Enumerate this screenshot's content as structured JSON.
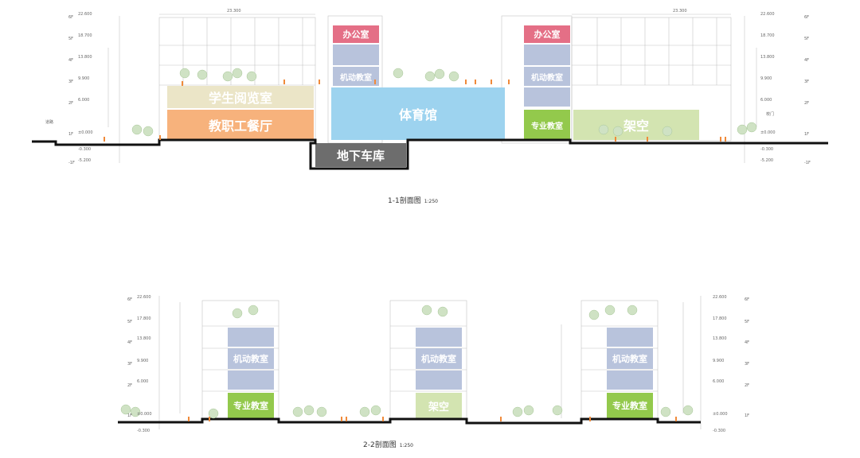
{
  "section_1": {
    "title": "1-1剖面图",
    "scale": "1:250",
    "rooms": {
      "office_left": "办公室",
      "office_right": "办公室",
      "mobile_left": "机动教室",
      "mobile_right": "机动教室",
      "reading": "学生阅览室",
      "canteen": "教职工餐厅",
      "gym": "体育馆",
      "garage": "地下车库",
      "special": "专业教室",
      "stilts": "架空"
    },
    "dims": {
      "top_left": "23.300",
      "top_right": "23.300"
    },
    "elev_left": [
      "22.600",
      "18.700",
      "13.800",
      "9.900",
      "6.000",
      "±0.000",
      "-0.300",
      "-5.200"
    ],
    "elev_right": [
      "22.600",
      "18.700",
      "13.800",
      "9.900",
      "6.000",
      "±0.000",
      "-0.300",
      "-5.200"
    ],
    "floors": [
      "6F",
      "5F",
      "4F",
      "3F",
      "2F",
      "1F",
      "-1F"
    ],
    "left_notes": [
      "道路"
    ],
    "right_notes": [
      "校门"
    ]
  },
  "section_2": {
    "title": "2-2剖面图",
    "scale": "1:250",
    "rooms": {
      "mobile_1": "机动教室",
      "mobile_2": "机动教室",
      "mobile_3": "机动教室",
      "special_1": "专业教室",
      "special_2": "专业教室",
      "stilts": "架空"
    },
    "elev_left": [
      "22.600",
      "17.800",
      "13.800",
      "9.900",
      "6.000",
      "±0.000",
      "-0.300"
    ],
    "elev_right": [
      "22.600",
      "17.800",
      "13.800",
      "9.900",
      "6.000",
      "±0.000",
      "-0.300"
    ],
    "floors": [
      "6F",
      "5F",
      "4F",
      "3F",
      "2F",
      "1F"
    ]
  },
  "colors": {
    "office": "#e46f86",
    "mobile": "#b8c3dc",
    "reading": "#ebe5c7",
    "canteen": "#f7b27c",
    "gym": "#9dd3ef",
    "garage": "#6d6d6d",
    "special": "#93c94c",
    "stilts": "#d3e4b1",
    "ground": "#111111"
  }
}
